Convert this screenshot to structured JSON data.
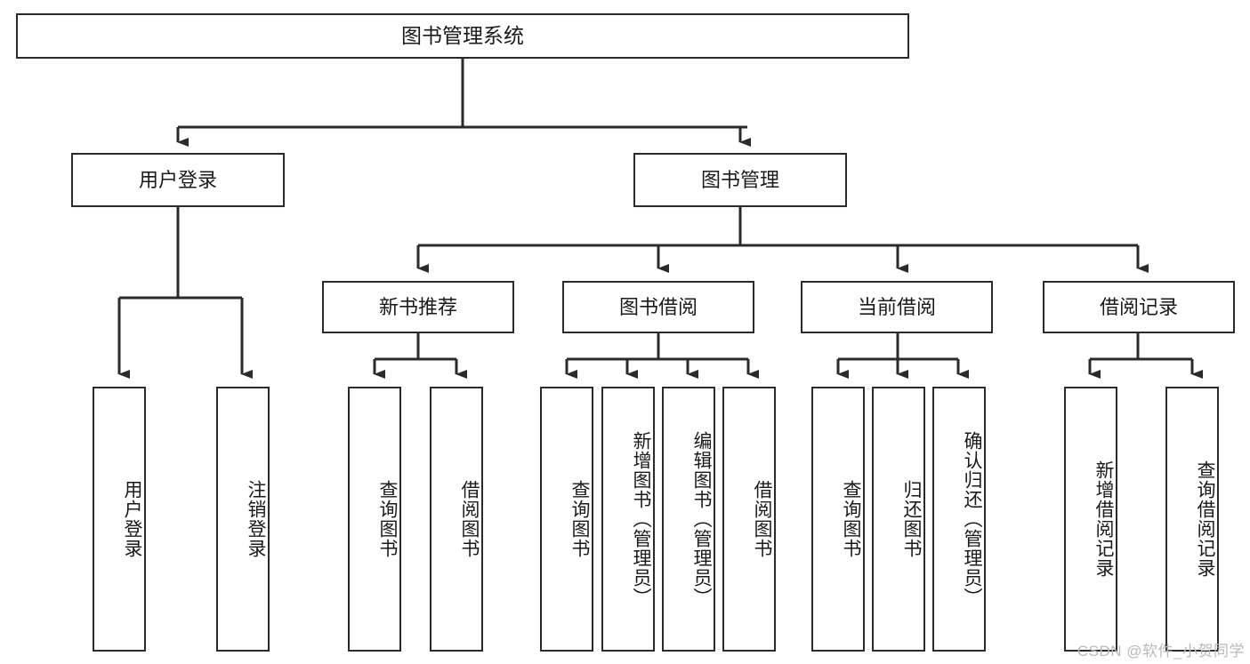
{
  "diagram": {
    "title": "图书管理系统",
    "type": "tree-hierarchy-diagram",
    "root": {
      "label": "图书管理系统"
    },
    "level1": [
      {
        "label": "用户登录"
      },
      {
        "label": "图书管理"
      }
    ],
    "level2": [
      {
        "label": "新书推荐"
      },
      {
        "label": "图书借阅"
      },
      {
        "label": "当前借阅"
      },
      {
        "label": "借阅记录"
      }
    ],
    "leaves": {
      "user_login": [
        {
          "label": "用户登录"
        },
        {
          "label": "注销登录"
        }
      ],
      "new_book_recommend": [
        {
          "label": "查询图书"
        },
        {
          "label": "借阅图书"
        }
      ],
      "book_borrow": [
        {
          "label": "查询图书"
        },
        {
          "label": "新增图书（管理员）"
        },
        {
          "label": "编辑图书（管理员）"
        },
        {
          "label": "借阅图书"
        }
      ],
      "current_borrow": [
        {
          "label": "查询图书"
        },
        {
          "label": "归还图书"
        },
        {
          "label": "确认归还（管理员）"
        }
      ],
      "borrow_records": [
        {
          "label": "新增借阅记录"
        },
        {
          "label": "查询借阅记录"
        }
      ]
    }
  },
  "watermark": {
    "text": "CSDN @软件_小贺同学"
  },
  "colors": {
    "border": "#2b2b2b",
    "background": "#ffffff",
    "text": "#1a1a1a",
    "watermark": "#b9b9b9"
  }
}
